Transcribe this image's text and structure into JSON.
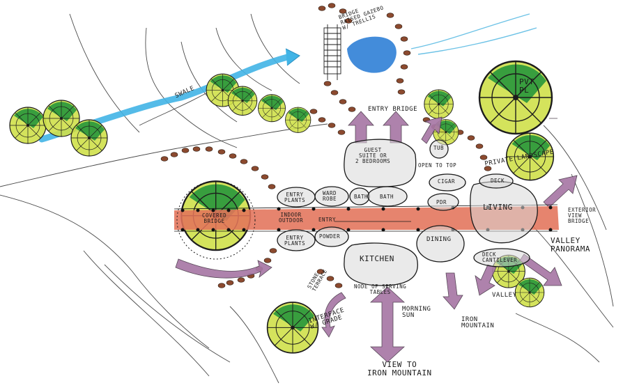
{
  "colors": {
    "swale_water": "#41b4e6",
    "pond": "#2f7fd6",
    "tree_dark": "#2f9a3c",
    "tree_light": "#cfe04a",
    "circulation": "#e3735a",
    "view_arrow": "#a878a6",
    "stone": "#8c4a2f",
    "room_fill": "#d9d9d9"
  },
  "labels": {
    "swale": "SWALE",
    "bridge_gazebo": "BRIDGE\nRAISED GAZEBO\nW/ TRELLIS",
    "entry_bridge": "ENTRY BRIDGE",
    "guest_suite": "GUEST\nSUITE OR\n2 BEDROOMS",
    "tub": "TUB",
    "open_to_top": "OPEN TO TOP",
    "private_landscape": "PRIVATE LANDSCAPE",
    "pvt_pl": "PVT\nPL",
    "cigar": "CIGAR",
    "deck": "DECK",
    "entry_plants": "ENTRY\nPLANTS",
    "wardrobe": "WARD\nROBE",
    "bath": "BATH",
    "pdr": "PDR",
    "living": "LIVING",
    "covered_bridge": "COVERED\nBRIDGE",
    "indoor_outdoor": "INDOOR\nOUTDOOR",
    "entry": "ENTRY",
    "exterior_view_bridge": "EXTERIOR\nVIEW\nBRIDGE",
    "entry_plants_2": "ENTRY\nPLANTS",
    "powder": "POWDER",
    "kitchen": "KITCHEN",
    "dining": "DINING",
    "deck_cantilever": "DECK\nCANTILEVER",
    "valley_panorama": "VALLEY\nPANORAMA",
    "stone_terrace": "STONE\nTERRACE",
    "node_of_serving": "NODE OF SERVING\nTABLES",
    "valley": "VALLEY",
    "interface_grade": "INTERFACE\nW/ GRADE",
    "morning_sun": "MORNING\nSUN",
    "iron_mountain": "IRON\nMOUNTAIN",
    "view_to_iron_mountain": "VIEW TO\nIRON MOUNTAIN"
  }
}
